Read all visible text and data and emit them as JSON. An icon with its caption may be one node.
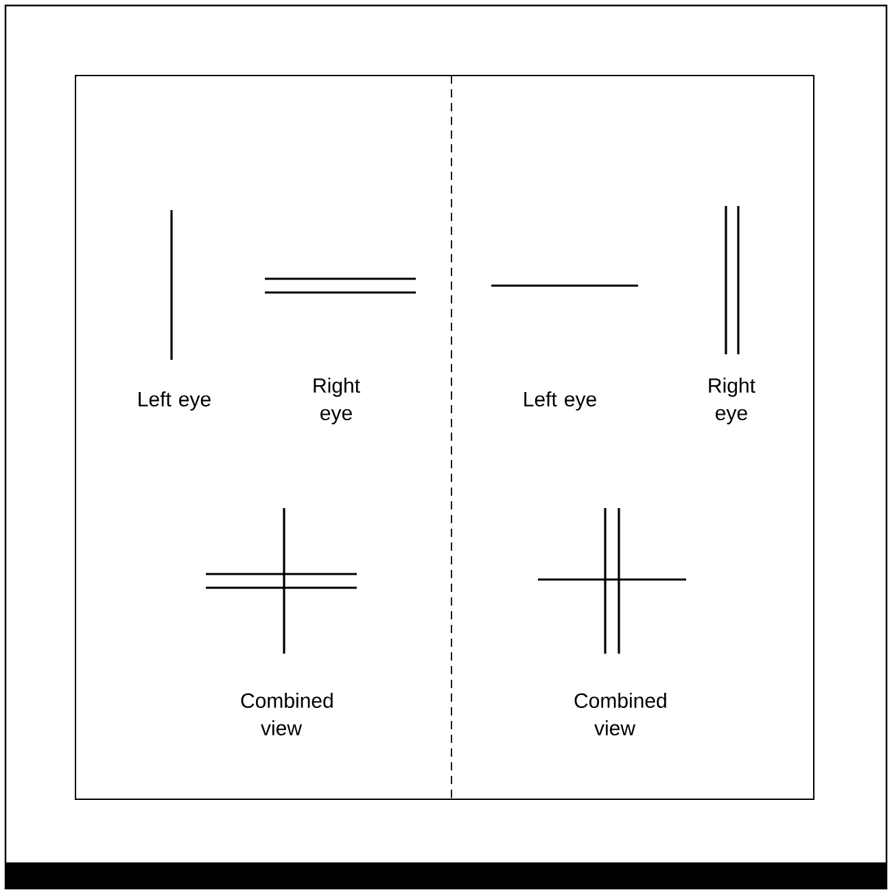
{
  "diagram": {
    "labels": [
      "Left eye",
      "Right eye",
      "Left eye",
      "Right eye",
      "Combined view",
      "Combined view"
    ]
  }
}
